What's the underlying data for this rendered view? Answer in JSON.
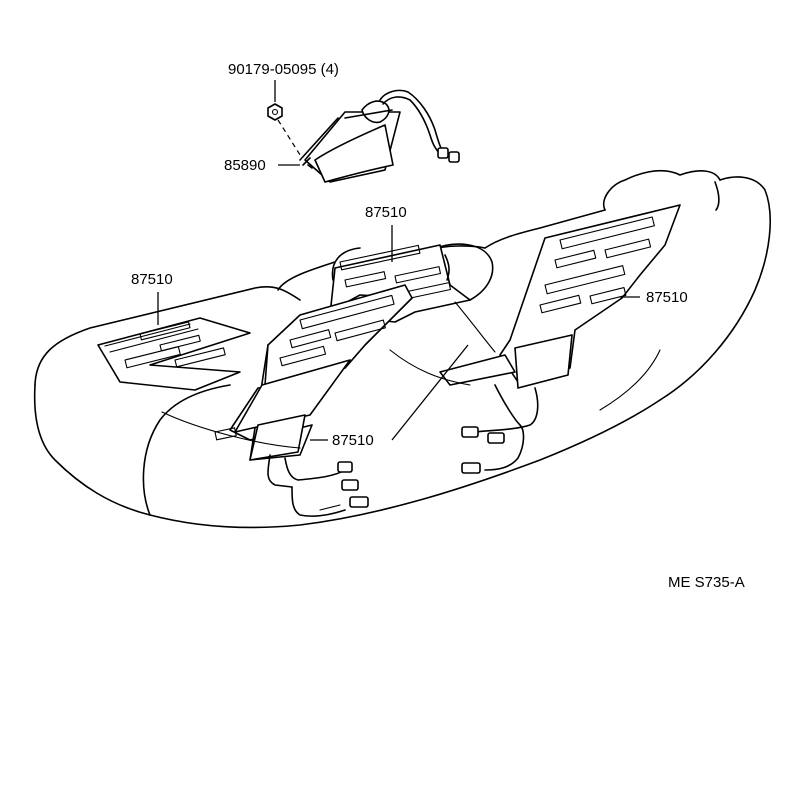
{
  "labels": {
    "bolt": "90179-05095 (4)",
    "ecu": "85890",
    "heater_center": "87510",
    "heater_left": "87510",
    "heater_right": "87510",
    "heater_front": "87510"
  },
  "figure_code": "ME S735-A"
}
